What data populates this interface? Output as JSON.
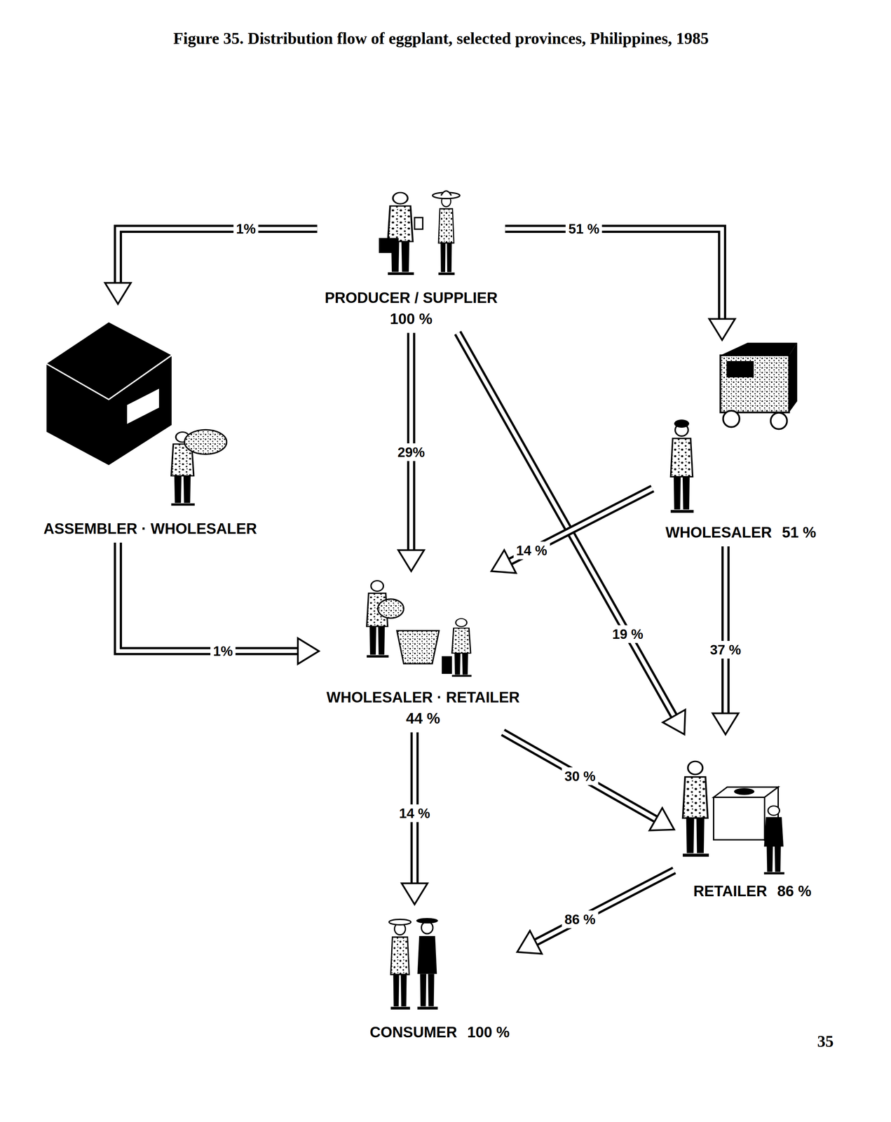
{
  "diagram": {
    "title": "Figure 35. Distribution flow of eggplant, selected provinces, Philippines, 1985",
    "nodes": [
      {
        "text": [
          "PRODUCER / SUPPLIER",
          "100 %"
        ]
      },
      {
        "text": [
          "ASSEMBLER · WHOLESALER"
        ]
      },
      {
        "text": [
          "WHOLESALER",
          "51 %"
        ]
      },
      {
        "text": [
          "WHOLESALER · RETAILER",
          "44 %"
        ]
      },
      {
        "text": [
          "RETAILER",
          "86 %"
        ]
      },
      {
        "text": [
          "CONSUMER",
          "100 %"
        ]
      }
    ],
    "edges": [
      {
        "from": 0,
        "to": 1,
        "label": "1%",
        "arrow": "to"
      },
      {
        "from": 0,
        "to": 2,
        "label": "51 %",
        "arrow": "to"
      },
      {
        "from": 0,
        "to": 3,
        "label": "29%",
        "arrow": "to"
      },
      {
        "from": 0,
        "to": 4,
        "label": "19 %",
        "arrow": "to"
      },
      {
        "from": 2,
        "to": 3,
        "label": "14 %",
        "arrow": "to"
      },
      {
        "from": 1,
        "to": 3,
        "label": "1%",
        "arrow": "to"
      },
      {
        "from": 2,
        "to": 4,
        "label": "37 %",
        "arrow": "to"
      },
      {
        "from": 3,
        "to": 4,
        "label": "30 %",
        "arrow": "to"
      },
      {
        "from": 3,
        "to": 5,
        "label": "14 %",
        "arrow": "to"
      },
      {
        "from": 4,
        "to": 5,
        "label": "86 %",
        "arrow": "to"
      }
    ],
    "labels": [
      "35"
    ]
  }
}
